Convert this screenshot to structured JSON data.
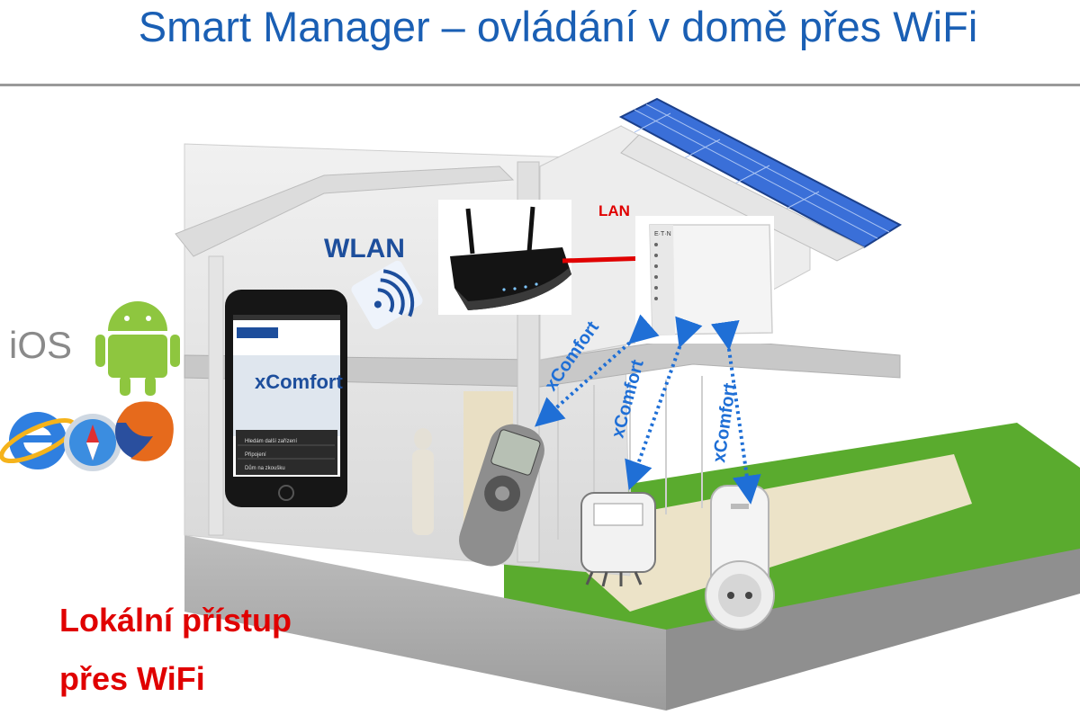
{
  "title": "Smart Manager – ovládání v domě přes WiFi",
  "labels": {
    "wlan": "WLAN",
    "lan": "LAN",
    "xcomfort": "xComfort",
    "ios": "iOS",
    "phone_app_name": "xComfort",
    "brand": "E·T·N"
  },
  "phone_menu": [
    "Hledám další zařízení",
    "Připojení",
    "Dům na zkoušku"
  ],
  "caption": {
    "line1": "Lokální přístup",
    "line2": "přes WiFi"
  },
  "colors": {
    "title": "#1a5fb4",
    "caption": "#e00000",
    "lan_line": "#e00000",
    "link_arrow": "#1f6fd6",
    "lawn": "#5aab2e",
    "solar": "#3a6fd8"
  },
  "icons": [
    "ios-logo",
    "android-icon",
    "internet-explorer-icon",
    "safari-icon",
    "firefox-icon",
    "wifi-signal-icon",
    "router-icon",
    "smart-manager-box-icon",
    "remote-control-icon",
    "actuator-module-icon",
    "plug-socket-icon",
    "smartphone-icon"
  ]
}
